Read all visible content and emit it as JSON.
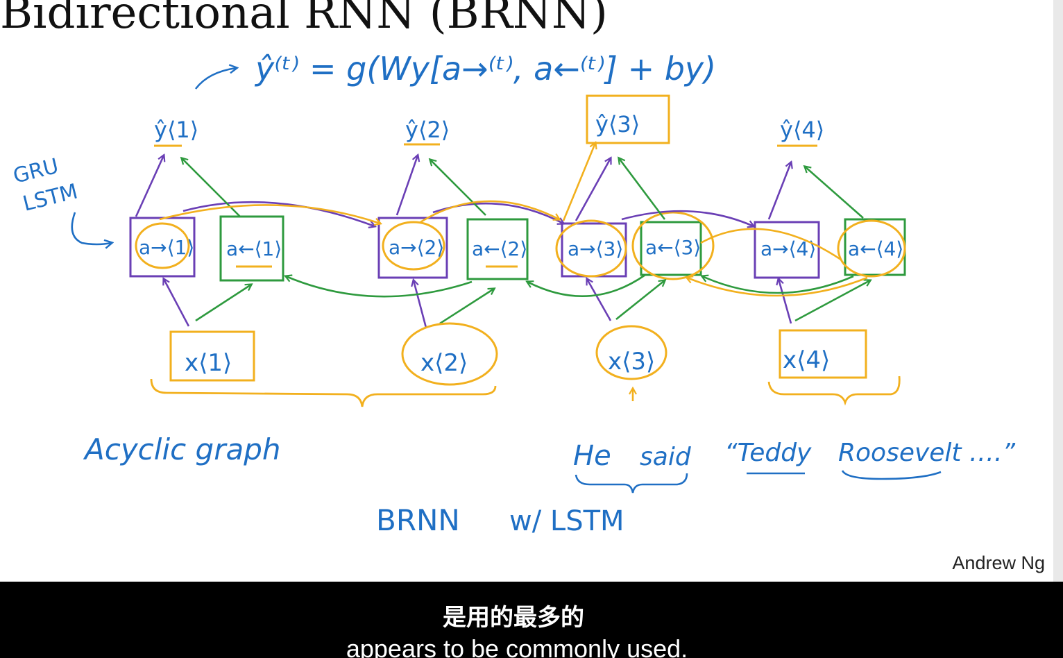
{
  "slide": {
    "title": "Bidirectional RNN (BRNN)",
    "author": "Andrew Ng"
  },
  "handwriting": {
    "equation": "ŷ⁽ᵗ⁾ = g(Wy[a→⁽ᵗ⁾, a←⁽ᵗ⁾] + by)",
    "gru_lstm_note": [
      "GRU",
      "LSTM"
    ],
    "outputs": [
      "ŷ⟨1⟩",
      "ŷ⟨2⟩",
      "ŷ⟨3⟩",
      "ŷ⟨4⟩"
    ],
    "forward_activations": [
      "a→⟨1⟩",
      "a→⟨2⟩",
      "a→⟨3⟩",
      "a→⟨4⟩"
    ],
    "backward_activations": [
      "a←⟨1⟩",
      "a←⟨2⟩",
      "a←⟨3⟩",
      "a←⟨4⟩"
    ],
    "inputs": [
      "x⟨1⟩",
      "x⟨2⟩",
      "x⟨3⟩",
      "x⟨4⟩"
    ],
    "acyclic_graph": "Acyclic graph",
    "sentence_words": [
      "He",
      "said",
      "“Teddy",
      "Roosevelt ….”"
    ],
    "brnn_label": "BRNN",
    "lstm_label": "w/ LSTM"
  },
  "colors": {
    "ink_blue": "#1f6fc4",
    "forward_purple": "#6a3fb5",
    "backward_green": "#2e9a3e",
    "highlight_orange": "#f2b01e"
  },
  "subtitles": {
    "chinese": "是用的最多的",
    "english": "appears to be commonly used."
  }
}
